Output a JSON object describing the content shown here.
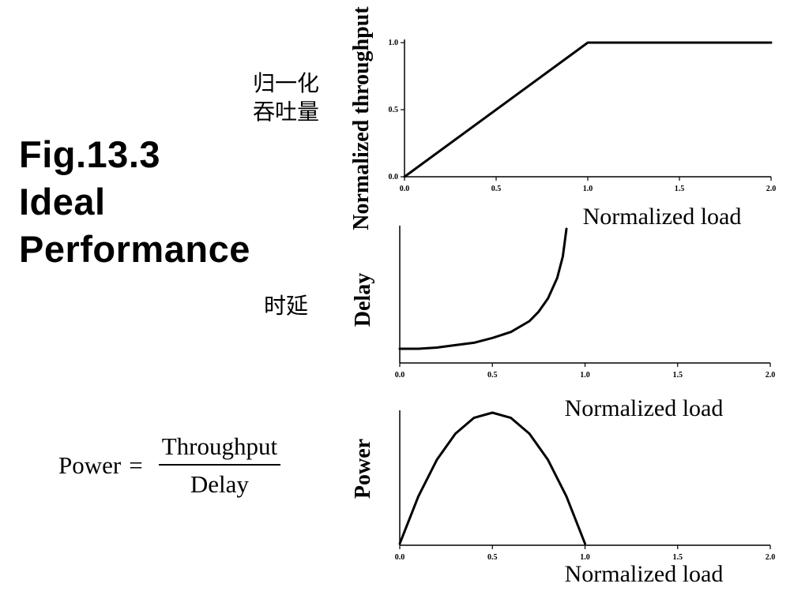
{
  "title_lines": [
    "Fig.13.3",
    "Ideal",
    "Performance"
  ],
  "annotations": {
    "throughput_cn_lines": [
      "归一化",
      "吞吐量"
    ],
    "delay_cn": "时延"
  },
  "formula": {
    "lhs": "Power",
    "eq": "=",
    "numerator": "Throughput",
    "denominator": "Delay"
  },
  "chart_data": [
    {
      "type": "line",
      "ylabel": "Normalized throughput",
      "xlabel": "Normalized load",
      "xlim": [
        0,
        2
      ],
      "ylim": [
        0,
        1
      ],
      "x_ticks": [
        "0.0",
        "0.5",
        "1.0",
        "1.5",
        "2.0"
      ],
      "y_ticks": [
        "0.0",
        "0.5",
        "1.0"
      ],
      "x": [
        0,
        1,
        2
      ],
      "y": [
        0,
        1,
        1
      ]
    },
    {
      "type": "line",
      "ylabel": "Delay",
      "xlabel": "Normalized load",
      "xlim": [
        0,
        2
      ],
      "x_ticks": [
        "0.0",
        "0.5",
        "1.0",
        "1.5",
        "2.0"
      ],
      "y_ticks": [],
      "x": [
        0,
        0.1,
        0.2,
        0.3,
        0.4,
        0.5,
        0.6,
        0.7,
        0.75,
        0.8,
        0.85,
        0.88,
        0.9
      ],
      "y": [
        0.0,
        0.0,
        0.01,
        0.03,
        0.05,
        0.09,
        0.14,
        0.23,
        0.31,
        0.42,
        0.59,
        0.77,
        1.0
      ]
    },
    {
      "type": "line",
      "ylabel": "Power",
      "xlabel": "Normalized load",
      "xlim": [
        0,
        2
      ],
      "x_ticks": [
        "0.0",
        "0.5",
        "1.0",
        "1.5",
        "2.0"
      ],
      "y_ticks": [],
      "x": [
        0,
        0.1,
        0.2,
        0.3,
        0.4,
        0.5,
        0.6,
        0.7,
        0.8,
        0.9,
        1.0
      ],
      "y": [
        0.0,
        0.36,
        0.64,
        0.84,
        0.96,
        1.0,
        0.96,
        0.84,
        0.64,
        0.36,
        0.0
      ]
    }
  ]
}
